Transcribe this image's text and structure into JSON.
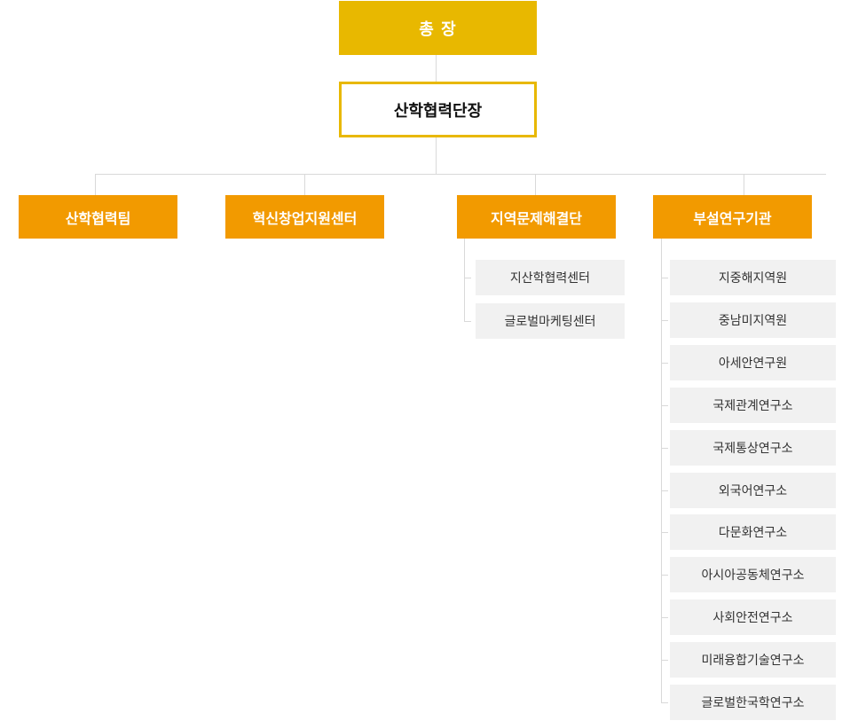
{
  "president": "총 장",
  "director": "산학협력단장",
  "departments": [
    {
      "name": "산학협력팀",
      "children": []
    },
    {
      "name": "혁신창업지원센터",
      "children": []
    },
    {
      "name": "지역문제해결단",
      "children": [
        "지산학협력센터",
        "글로벌마케팅센터"
      ]
    },
    {
      "name": "부설연구기관",
      "children": [
        "지중해지역원",
        "중남미지역원",
        "아세안연구원",
        "국제관계연구소",
        "국제통상연구소",
        "외국어연구소",
        "다문화연구소",
        "아시아공동체연구소",
        "사회안전연구소",
        "미래융합기술연구소",
        "글로벌한국학연구소"
      ]
    }
  ],
  "colors": {
    "primary": "#e8b800",
    "department": "#f29a00",
    "sub_bg": "#f1f1f1",
    "line": "#d9d9d9"
  }
}
